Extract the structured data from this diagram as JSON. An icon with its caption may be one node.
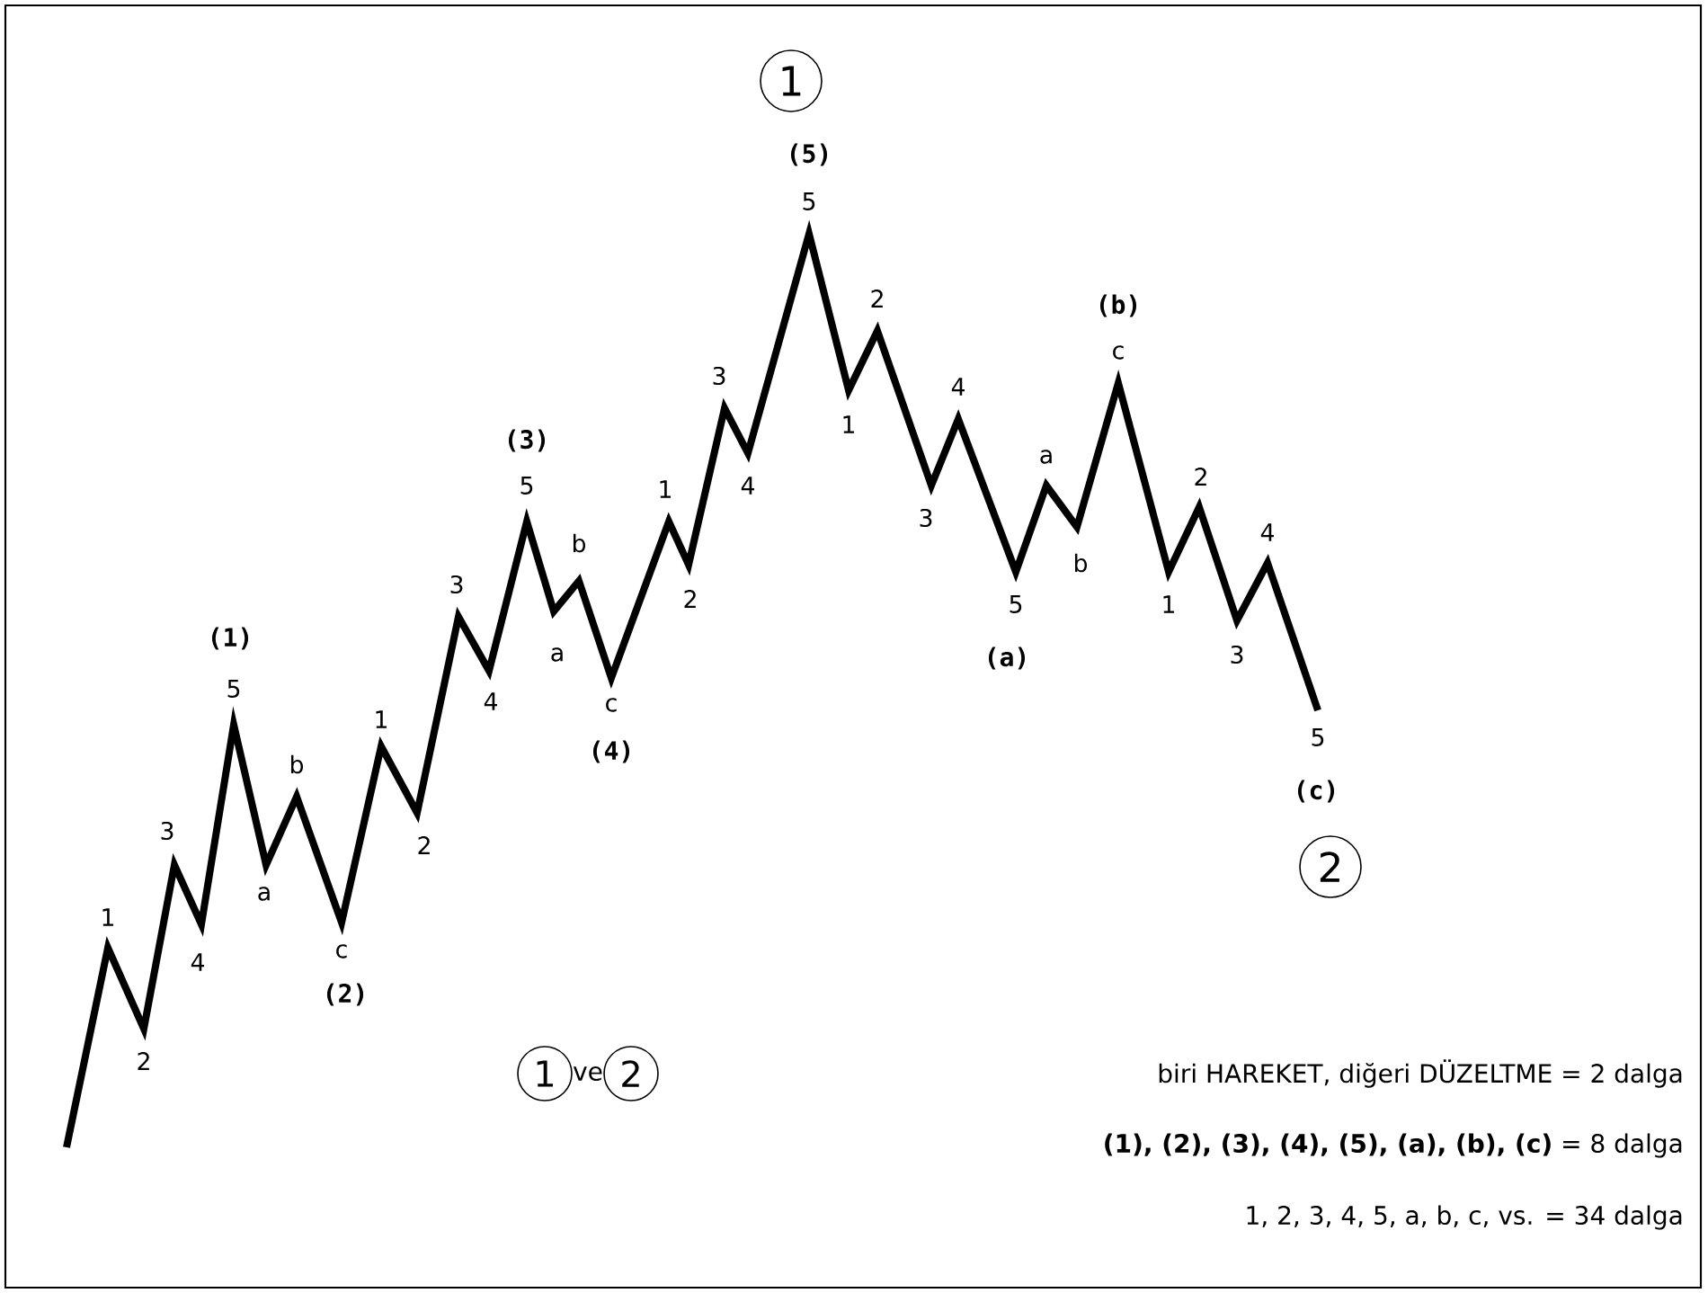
{
  "diagram": {
    "nodes": [
      {
        "text": [
          "1"
        ]
      },
      {
        "text": [
          "2"
        ]
      },
      {
        "text": [
          "1"
        ]
      },
      {
        "text": [
          "2"
        ]
      }
    ],
    "labels": [
      "1",
      "2",
      "3",
      "4",
      "(1)",
      "5",
      "a",
      "b",
      "c",
      "(2)",
      "1",
      "2",
      "3",
      "4",
      "(3)",
      "5",
      "a",
      "b",
      "c",
      "(4)",
      "1",
      "2",
      "3",
      "4",
      "(5)",
      "5",
      "1",
      "2",
      "3",
      "4",
      "(a)",
      "5",
      "a",
      "b",
      "(b)",
      "c",
      "1",
      "2",
      "3",
      "4",
      "5",
      "(c)",
      "ve",
      "biri HAREKET, diğeri DÜZELTME = 2 dalga",
      "**(1), (2), (3), (4), (5), (a), (b), (c)**  = 8 dalga",
      "1, 2, 3, 4, 5, a, b, c, vs. = 34 dalga"
    ]
  }
}
